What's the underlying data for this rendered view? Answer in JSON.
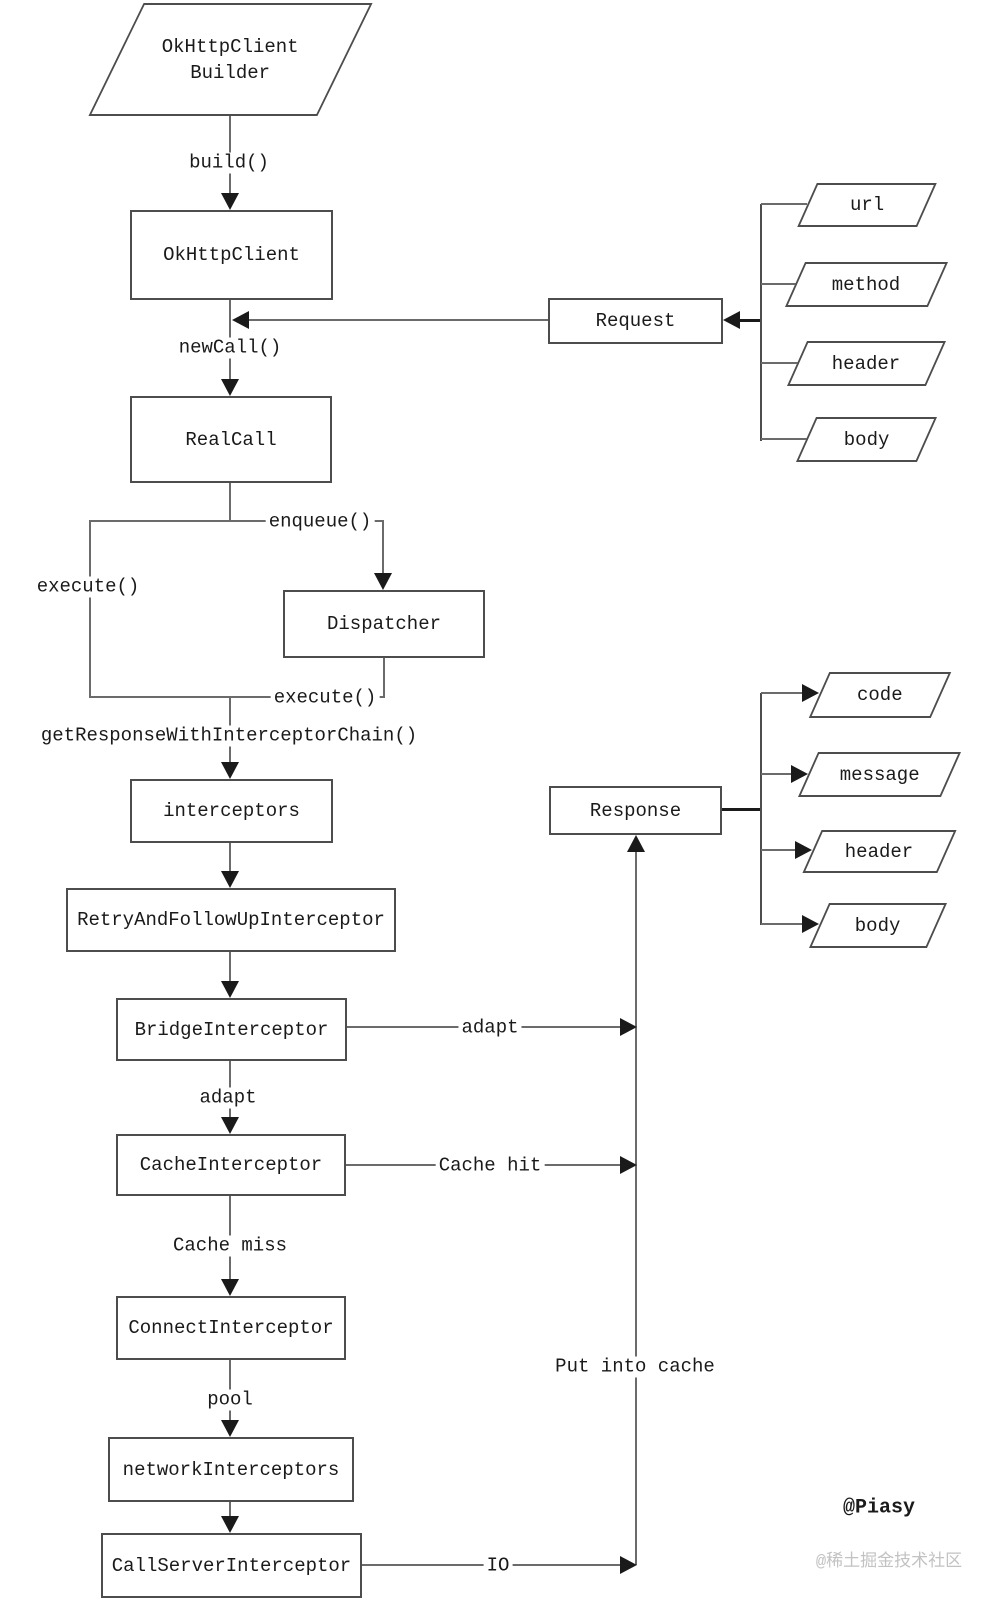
{
  "diagram": {
    "attribution": "@Piasy",
    "watermark": "@稀土掘金技术社区",
    "colors": {
      "background": "#ffffff",
      "line": "#6b6b6b",
      "border": "#4d4d4d",
      "arrow": "#1a1a1a",
      "text": "#1a1a1a",
      "watermark": "#c2c2c2"
    },
    "nodes": {
      "builder": {
        "line1": "OkHttpClient",
        "line2": "Builder"
      },
      "okhttpclient": {
        "label": "OkHttpClient"
      },
      "request": {
        "label": "Request"
      },
      "realcall": {
        "label": "RealCall"
      },
      "dispatcher": {
        "label": "Dispatcher"
      },
      "interceptors": {
        "label": "interceptors"
      },
      "retry_and_follow_up": {
        "label": "RetryAndFollowUpInterceptor"
      },
      "bridge": {
        "label": "BridgeInterceptor"
      },
      "cache": {
        "label": "CacheInterceptor"
      },
      "connect": {
        "label": "ConnectInterceptor"
      },
      "network_interceptors": {
        "label": "networkInterceptors"
      },
      "call_server": {
        "label": "CallServerInterceptor"
      },
      "response": {
        "label": "Response"
      }
    },
    "request_fields": [
      "url",
      "method",
      "header",
      "body"
    ],
    "response_fields": [
      "code",
      "message",
      "header",
      "body"
    ],
    "edge_labels": {
      "build": "build()",
      "new_call": "newCall()",
      "enqueue": "enqueue()",
      "execute_left": "execute()",
      "execute_bottom": "execute()",
      "chain": "getResponseWithInterceptorChain()",
      "adapt_down": "adapt",
      "adapt_right": "adapt",
      "cache_hit": "Cache hit",
      "cache_miss": "Cache miss",
      "pool": "pool",
      "io": "IO",
      "put_into_cache": "Put into cache"
    }
  }
}
